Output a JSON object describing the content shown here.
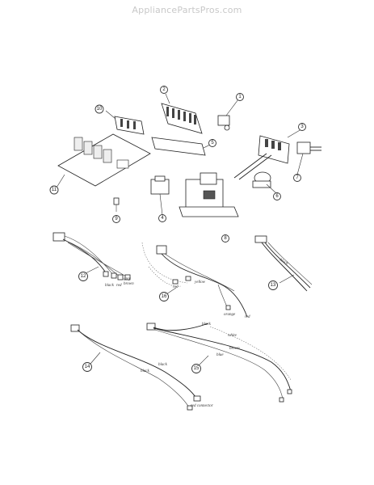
{
  "watermark": "AppliancePartsPros.com",
  "callouts": [
    {
      "num": "1",
      "name": "callout-1"
    },
    {
      "num": "2",
      "name": "callout-2"
    },
    {
      "num": "3",
      "name": "callout-3"
    },
    {
      "num": "4",
      "name": "callout-4"
    },
    {
      "num": "5",
      "name": "callout-5"
    },
    {
      "num": "6",
      "name": "callout-6"
    },
    {
      "num": "7",
      "name": "callout-7"
    },
    {
      "num": "8",
      "name": "callout-8"
    },
    {
      "num": "9",
      "name": "callout-9"
    },
    {
      "num": "10",
      "name": "callout-10"
    },
    {
      "num": "11",
      "name": "callout-11"
    },
    {
      "num": "12",
      "name": "callout-12"
    },
    {
      "num": "13",
      "name": "callout-13"
    },
    {
      "num": "14",
      "name": "callout-14"
    },
    {
      "num": "15",
      "name": "callout-15"
    },
    {
      "num": "16",
      "name": "callout-16"
    }
  ],
  "wire_labels": {
    "h12_grey": "grey",
    "h12_black": "black",
    "h12_red": "red",
    "h12_brown": "brown",
    "h16_red": "red",
    "h16_yellow": "yellow",
    "h16_orange": "orange",
    "h16_red2": "red",
    "h13_black": "black",
    "h14_black": "black",
    "h14_black2": "black",
    "h14_red_connector": "red connector",
    "h15_black": "black",
    "h15_white": "white",
    "h15_brown": "brown",
    "h15_blue": "blue"
  }
}
